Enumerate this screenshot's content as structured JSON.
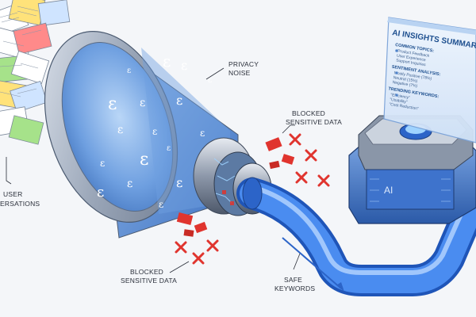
{
  "labels": {
    "user_conversations": [
      "USER",
      "ERSATIONS"
    ],
    "privacy_noise": [
      "PRIVACY",
      "NOISE"
    ],
    "blocked_top": [
      "BLOCKED",
      "SENSITIVE DATA"
    ],
    "blocked_bottom": [
      "BLOCKED",
      "SENSITIVE DATA"
    ],
    "safe_keywords": [
      "SAFE",
      "KEYWORDS"
    ]
  },
  "noise_symbol": "ε",
  "chip_label": "AI",
  "panel": {
    "title": "AI INSIGHTS SUMMARY",
    "sections": [
      {
        "heading": "COMMON TOPICS:",
        "items": [
          "Product Feedback",
          "User Experience",
          "Support Inquiries"
        ]
      },
      {
        "heading": "SENTIMENT ANALYSIS:",
        "items": [
          "Mostly Positive (78%)",
          "Neutral (15%)",
          "Negative (7%)"
        ]
      },
      {
        "heading": "TRENDING KEYWORDS:",
        "items": [
          "\"Efficiency\"",
          "\"Usability\"",
          "\"Cost Reduction\""
        ]
      }
    ]
  },
  "colors": {
    "funnel_blue": "#5b8fd6",
    "pipe_blue": "#3f7fe0",
    "blocked_red": "#e0342e",
    "panel_bg": "#e3eefb"
  }
}
